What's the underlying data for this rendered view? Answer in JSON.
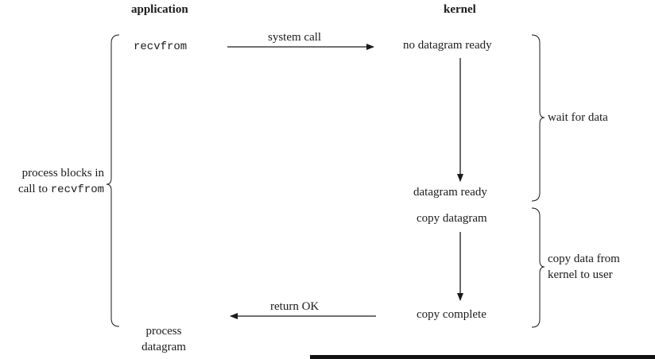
{
  "headers": {
    "application": "application",
    "kernel": "kernel"
  },
  "app": {
    "recvfrom": "recvfrom",
    "process_line1": "process",
    "process_line2": "datagram"
  },
  "kernel_steps": {
    "no_datagram_ready": "no datagram ready",
    "datagram_ready": "datagram ready",
    "copy_datagram": "copy datagram",
    "copy_complete": "copy complete"
  },
  "arrows": {
    "system_call": "system call",
    "return_ok": "return OK"
  },
  "left_brace": {
    "line1": "process blocks in",
    "line2_prefix": "call to ",
    "line2_code": "recvfrom"
  },
  "right_braces": {
    "wait": "wait for data",
    "copy_line1": "copy data from",
    "copy_line2": "kernel to user"
  },
  "colors": {
    "ink": "#1a1a1a",
    "bar": "#111111"
  }
}
